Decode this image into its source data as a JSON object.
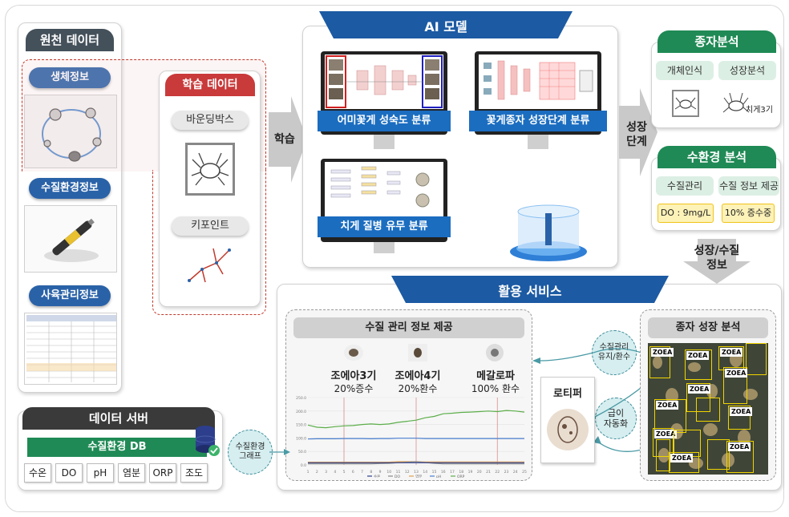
{
  "source_data": {
    "title": "원천 데이터",
    "bio": "생체정보",
    "water": "수질환경정보",
    "rearing": "사육관리정보"
  },
  "training_data": {
    "title": "학습 데이터",
    "bbox": "바운딩박스",
    "keypoint": "키포인트"
  },
  "arrow_learn": "학습",
  "ai_model": {
    "title": "AI 모델",
    "task1": "어미꽃게 성숙도 분류",
    "task2": "꽃게종자 성장단계 분류",
    "task3": "치게 질병 유무 분류"
  },
  "arrow_growth_stage": [
    "성장",
    "단계"
  ],
  "seed_analysis": {
    "title": "종자분석",
    "item1": "개체인식",
    "item2": "성장분석",
    "crab_label": "치게3기"
  },
  "water_analysis": {
    "title": "수환경 분석",
    "item1": "수질관리",
    "item2": "수질 정보 제공",
    "value1": "DO : 9mg/L",
    "value2": "10% 증수중"
  },
  "arrow_growth_water": [
    "성장/수질",
    "정보"
  ],
  "service": {
    "title": "활용 서비스",
    "water_info_title": "수질 관리 정보 제공",
    "stages": [
      {
        "name": "조에아3기",
        "action": "20%증수"
      },
      {
        "name": "조에아4기",
        "action": "20%환수"
      },
      {
        "name": "메갈로파",
        "action": "100% 환수"
      }
    ],
    "rotifer": "로티퍼",
    "circle_maintain": [
      "수질관리",
      "유지/환수"
    ],
    "circle_auto": [
      "급이",
      "자동화"
    ],
    "seed_growth_title": "종자 성장 분석",
    "zoea_label": "ZOEA"
  },
  "data_server": {
    "title": "데이터 서버",
    "db": "수질환경 DB",
    "fields": [
      "수온",
      "DO",
      "pH",
      "염분",
      "ORP",
      "조도"
    ],
    "graph_circle": [
      "수질환경",
      "그래프"
    ]
  },
  "chart_data": {
    "type": "line",
    "x": [
      1,
      2,
      3,
      4,
      5,
      6,
      7,
      8,
      9,
      10,
      11,
      12,
      13,
      14,
      15,
      16,
      17,
      18,
      19,
      20,
      21,
      22,
      23,
      24,
      25
    ],
    "series": [
      {
        "name": "ORP",
        "color": "#5cae4a",
        "values": [
          148,
          140,
          138,
          142,
          145,
          146,
          150,
          152,
          150,
          152,
          158,
          162,
          166,
          175,
          180,
          190,
          192,
          195,
          196,
          198,
          200,
          198,
          202,
          200,
          196
        ]
      },
      {
        "name": "pH",
        "color": "#4a7fd0",
        "values": [
          96,
          97,
          97,
          97,
          98,
          98,
          98,
          97,
          98,
          98,
          99,
          99,
          99,
          98,
          98,
          98,
          98,
          98,
          98,
          98,
          98,
          98,
          98,
          98,
          98
        ]
      },
      {
        "name": "염분",
        "color": "#e0a050",
        "values": [
          10,
          10,
          10,
          10,
          10,
          10,
          10,
          10,
          10,
          10,
          12,
          12,
          12,
          11,
          11,
          11,
          11,
          11,
          11,
          11,
          11,
          11,
          11,
          11,
          11
        ]
      },
      {
        "name": "DO",
        "color": "#888888",
        "values": [
          4,
          4,
          4,
          4,
          4,
          4,
          4,
          4,
          5,
          6,
          8,
          10,
          12,
          9,
          6,
          4,
          4,
          4,
          4,
          4,
          4,
          4,
          4,
          4,
          4
        ]
      },
      {
        "name": "수온",
        "color": "#2c3e8c",
        "values": [
          8,
          8,
          8,
          8,
          8,
          8,
          8,
          8,
          8,
          8,
          8,
          8,
          8,
          8,
          8,
          8,
          8,
          8,
          8,
          8,
          8,
          8,
          8,
          8,
          8
        ]
      }
    ],
    "y_ticks": [
      "250.0",
      "200.0",
      "150.0",
      "100.0",
      "50.0",
      "0.0"
    ],
    "ylim": [
      0,
      250
    ],
    "markers_x": [
      5,
      13,
      22
    ]
  }
}
